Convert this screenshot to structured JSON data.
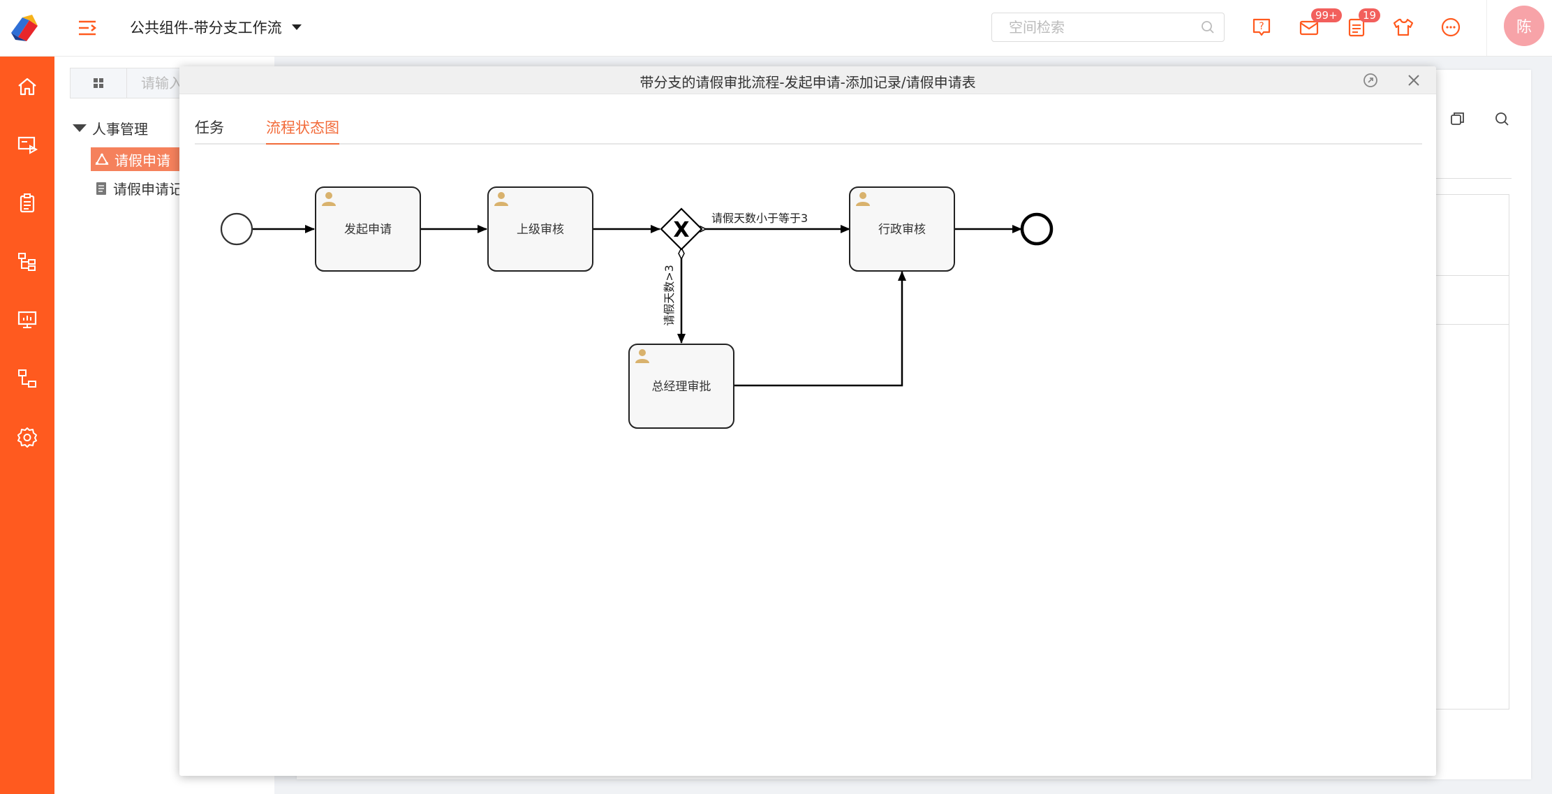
{
  "header": {
    "app_title": "公共组件-带分支工作流",
    "search_placeholder": "空间检索",
    "mail_badge": "99+",
    "tasks_badge": "19",
    "avatar_text": "陈"
  },
  "colors": {
    "brand": "#ff5a1f",
    "accent": "#f26b3a",
    "active_tree": "#f5815c",
    "avatar": "#f7a3a8",
    "badge": "#f25f5c"
  },
  "nav_rail": {
    "icons": [
      "home-icon",
      "presentation-icon",
      "clipboard-icon",
      "org-tree-icon",
      "monitor-chart-icon",
      "flow-icon",
      "settings-icon"
    ]
  },
  "tree": {
    "search_placeholder": "请输入",
    "root": "人事管理",
    "items": [
      {
        "label": "请假申请",
        "active": true,
        "icon": "process-icon"
      },
      {
        "label": "请假申请记",
        "active": false,
        "icon": "document-icon"
      }
    ]
  },
  "modal": {
    "title": "带分支的请假审批流程-发起申请-添加记录/请假申请表",
    "tabs": [
      {
        "label": "任务",
        "active": false
      },
      {
        "label": "流程状态图",
        "active": true
      }
    ]
  },
  "diagram": {
    "tasks": {
      "start_request": "发起申请",
      "supervisor_review": "上级审核",
      "admin_review": "行政审核",
      "gm_approval": "总经理审批"
    },
    "gateway_symbol": "X",
    "flow_labels": {
      "le3": "请假天数小于等于3",
      "gt3": "请假天数>3"
    }
  }
}
